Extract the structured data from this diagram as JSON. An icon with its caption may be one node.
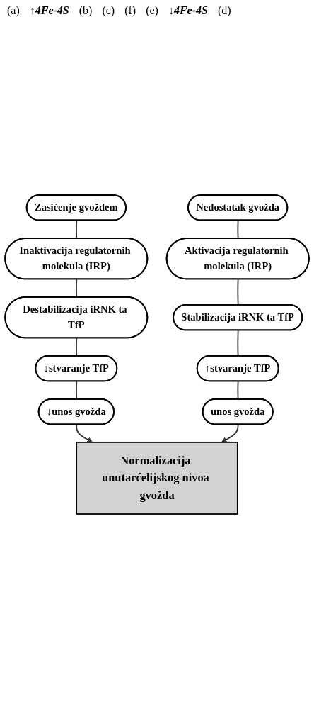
{
  "diagram": {
    "nodes": [
      {
        "text": [
          "Zasićenje gvoždem"
        ]
      },
      {
        "text": [
          "Inaktivacija regulatornih molekula (IRP)"
        ]
      },
      {
        "text": [
          "Destabilizacija iRNK ta TfP"
        ]
      },
      {
        "text": [
          "↓stvaranje TfP"
        ]
      },
      {
        "text": [
          "↓unos gvožda"
        ]
      },
      {
        "text": [
          "Normalizacija unutarćelijskog nivoa gvožda"
        ]
      },
      {
        "text": [
          "unos gvožda"
        ]
      },
      {
        "text": [
          "↑stvaranje TfP"
        ]
      },
      {
        "text": [
          "Stabilizacija iRNK ta TfP"
        ]
      },
      {
        "text": [
          "Aktivacija regulatornih molekula (IRP)"
        ]
      },
      {
        "text": [
          "Nedostatak gvožda"
        ]
      }
    ],
    "edges": [
      {
        "from": 0,
        "to": 1,
        "arrow": "none"
      },
      {
        "from": 1,
        "to": 2,
        "arrow": "none"
      },
      {
        "from": 2,
        "to": 3,
        "arrow": "none"
      },
      {
        "from": 3,
        "to": 4,
        "arrow": "none"
      },
      {
        "from": 4,
        "to": 5,
        "arrow": "to"
      },
      {
        "from": 10,
        "to": 9,
        "arrow": "none"
      },
      {
        "from": 9,
        "to": 8,
        "arrow": "none"
      },
      {
        "from": 8,
        "to": 7,
        "arrow": "none"
      },
      {
        "from": 7,
        "to": 6,
        "arrow": "none"
      },
      {
        "from": 6,
        "to": 5,
        "arrow": "to"
      }
    ],
    "labels": [
      "(a)",
      "↑4Fe-4S",
      "(b)",
      "(c)",
      "(f)",
      "(e)",
      "↓4Fe-4S",
      "(d)"
    ]
  }
}
